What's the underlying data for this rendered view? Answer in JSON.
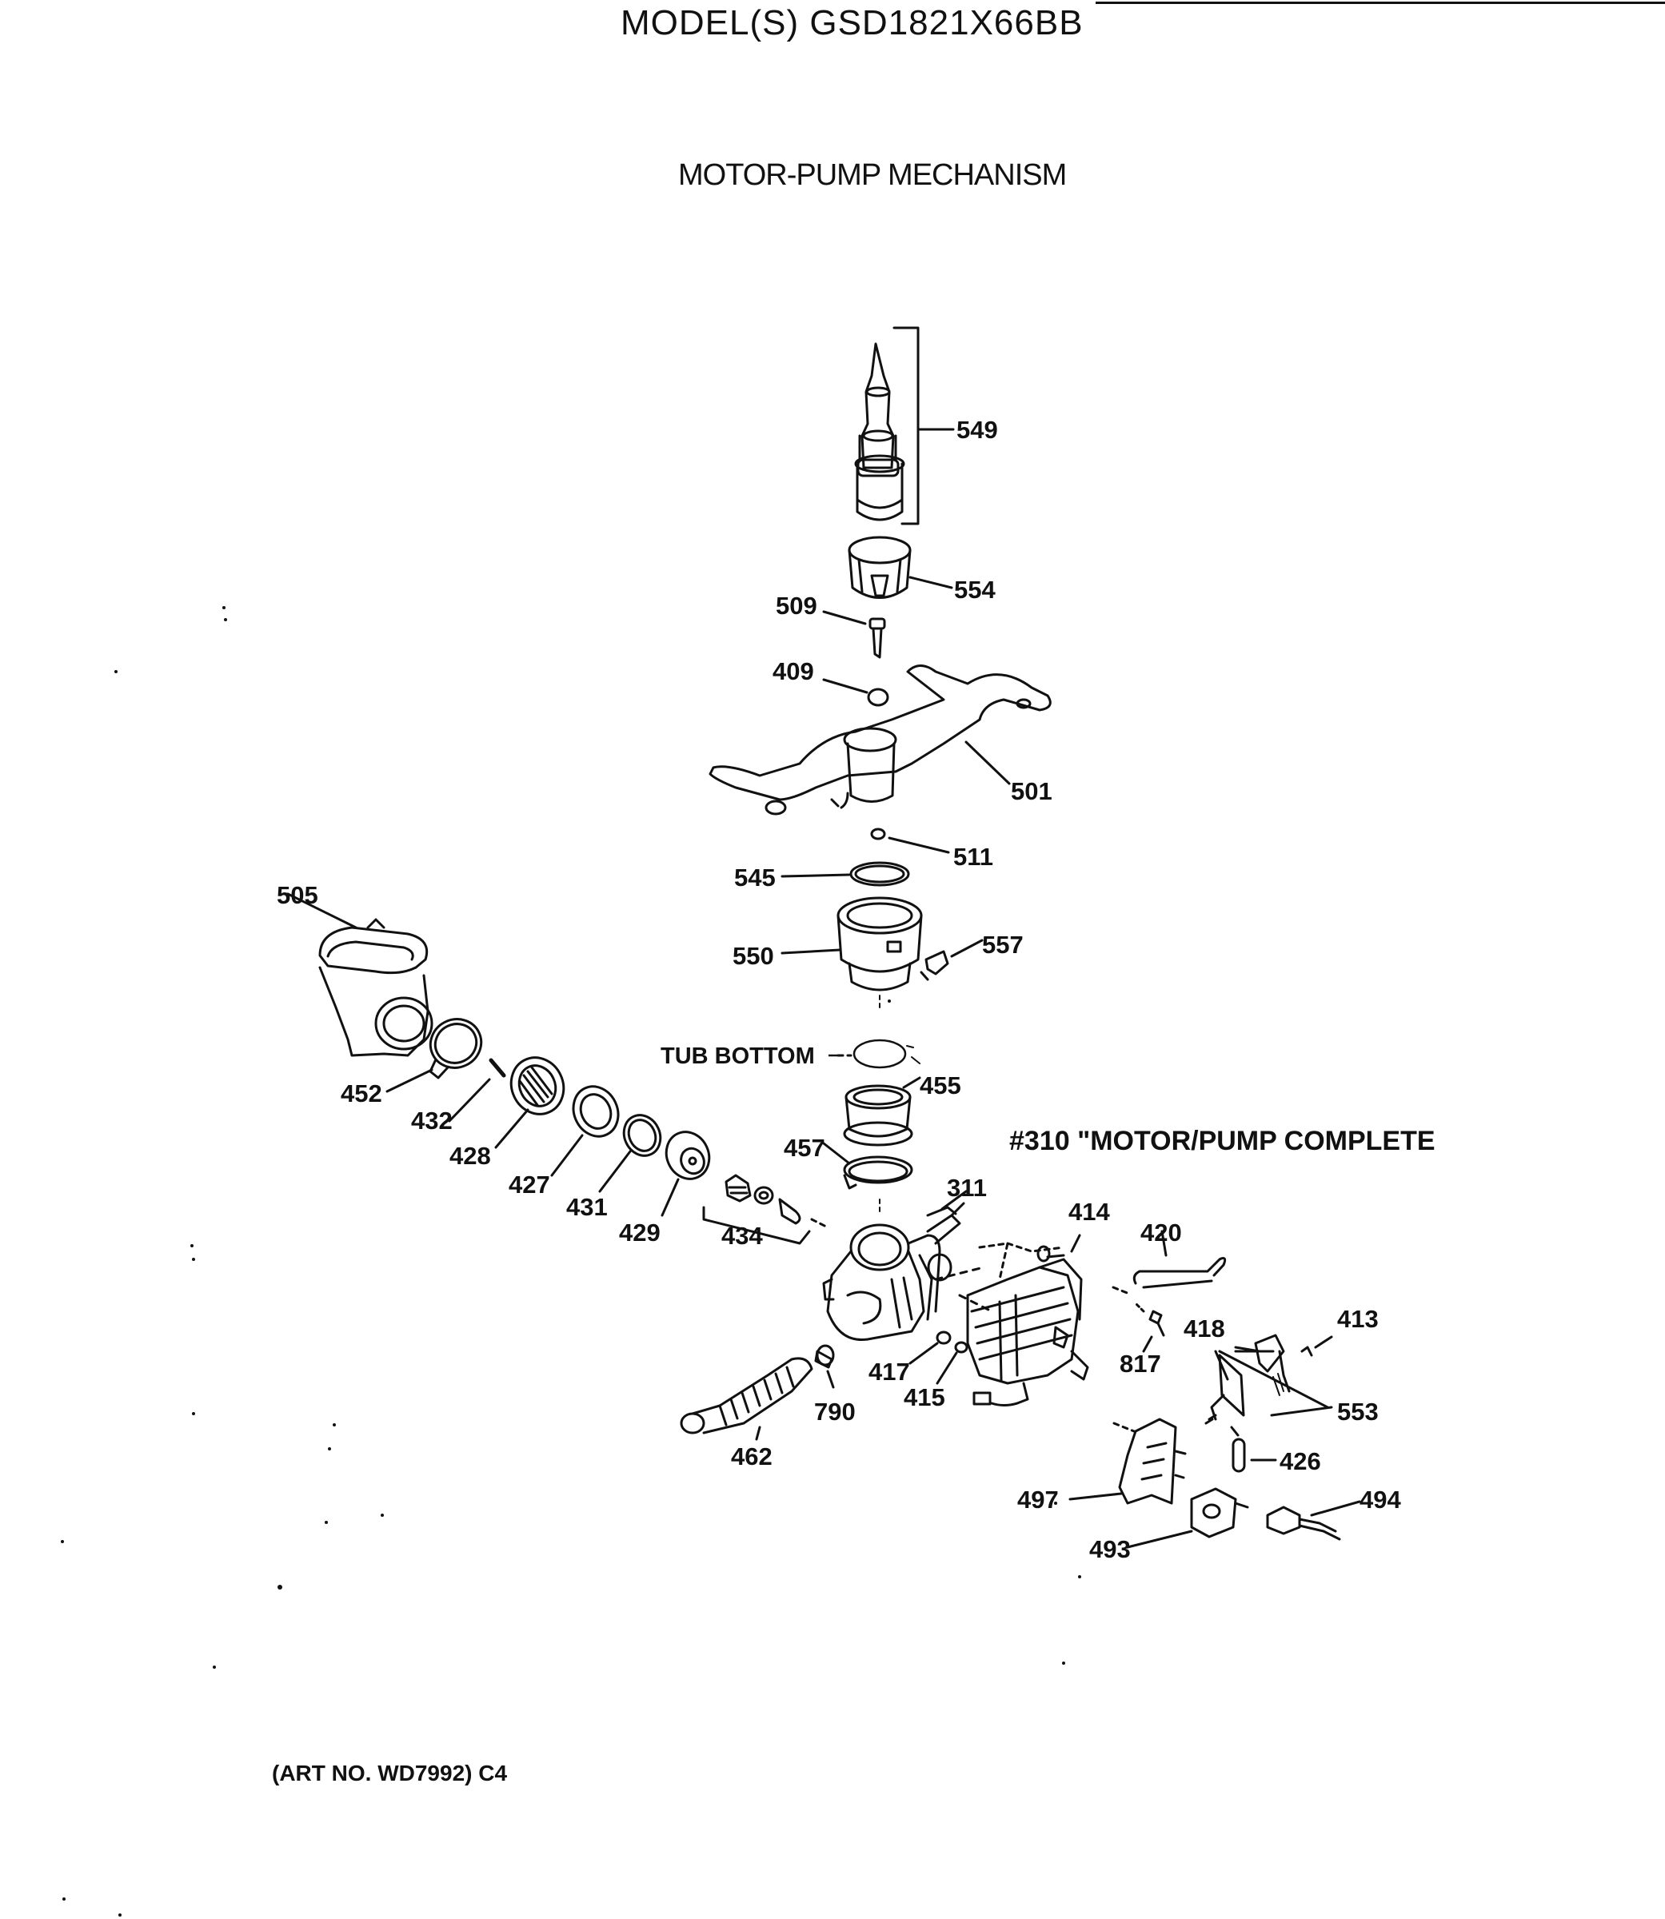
{
  "model_title": "MODEL(S) GSD1821X66BB",
  "section_title": "MOTOR-PUMP MECHANISM",
  "art_number": "(ART NO. WD7992) C4",
  "tub_bottom_label": "TUB BOTTOM",
  "motor_pump_note": "#310 \"MOTOR/PUMP COMPLETE",
  "callouts": {
    "c549": "549",
    "c554": "554",
    "c509": "509",
    "c409": "409",
    "c501": "501",
    "c511": "511",
    "c545": "545",
    "c550": "550",
    "c557": "557",
    "c505": "505",
    "c455": "455",
    "c457": "457",
    "c452": "452",
    "c432": "432",
    "c428": "428",
    "c427": "427",
    "c431": "431",
    "c429": "429",
    "c434": "434",
    "c311": "311",
    "c414": "414",
    "c420": "420",
    "c413": "413",
    "c418": "418",
    "c817": "817",
    "c553": "553",
    "c417": "417",
    "c415": "415",
    "c790": "790",
    "c462": "462",
    "c426": "426",
    "c494": "494",
    "c497": "497",
    "c493": "493"
  }
}
